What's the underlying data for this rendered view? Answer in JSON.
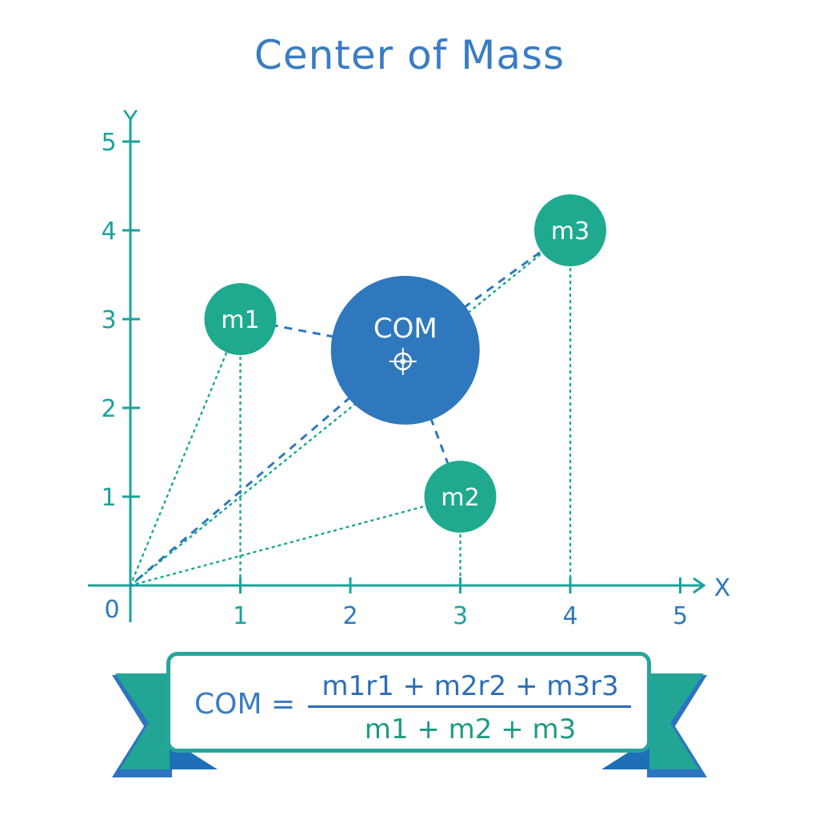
{
  "title": "Center of Mass",
  "axes": {
    "x_label": "X",
    "y_label": "Y",
    "origin_label": "0",
    "x_ticks": [
      "1",
      "2",
      "3",
      "4",
      "5"
    ],
    "y_ticks": [
      "1",
      "2",
      "3",
      "4",
      "5"
    ]
  },
  "masses": [
    {
      "label": "m1",
      "x": 1,
      "y": 3
    },
    {
      "label": "m2",
      "x": 3,
      "y": 1
    },
    {
      "label": "m3",
      "x": 4,
      "y": 4
    }
  ],
  "com": {
    "label": "COM",
    "x": 2.5,
    "y": 2.65
  },
  "formula": {
    "lhs": "COM =",
    "numerator": "m1r1 + m2r2 + m3r3",
    "denominator": "m1 + m2 + m3"
  },
  "colors": {
    "teal": "#1faa8f",
    "axis": "#1aa39a",
    "blue": "#2f78bd",
    "title": "#3a7cc4",
    "ribbon": "#23a596",
    "ribbon_dark": "#2d74c0"
  }
}
